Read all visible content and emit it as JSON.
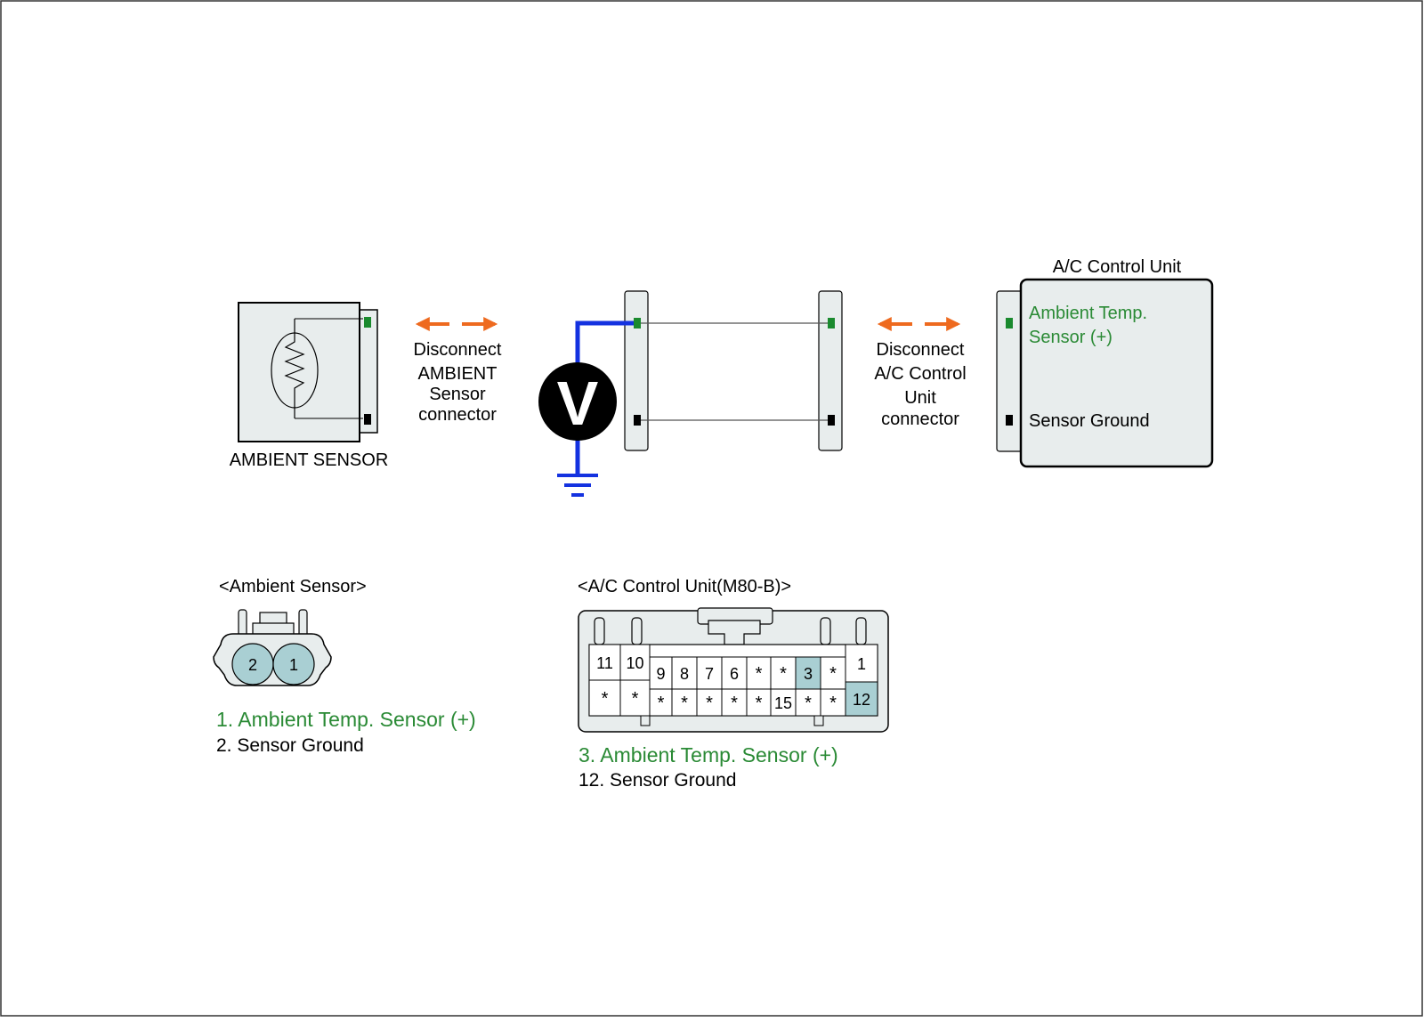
{
  "colors": {
    "panel_fill": "#e8eded",
    "stroke": "#000000",
    "pin_green": "#1a8a2e",
    "pin_black": "#000000",
    "label_green": "#2a8a35",
    "arrow_orange": "#ee6a1f",
    "voltmeter_wire": "#1432e0",
    "pin_highlight": "#a9cfd3",
    "thin_wire": "#555555"
  },
  "sensor": {
    "label": "AMBIENT SENSOR"
  },
  "disconnect_left": {
    "line1": "Disconnect",
    "line2": "AMBIENT",
    "line3": "Sensor",
    "line4": "connector"
  },
  "voltmeter": {
    "symbol": "V",
    "icon": "voltmeter-icon"
  },
  "disconnect_right": {
    "line1": "Disconnect",
    "line2": "A/C Control",
    "line3": "Unit",
    "line4": "connector"
  },
  "control_unit": {
    "title": "A/C Control Unit",
    "pin_pos_line1": "Ambient Temp.",
    "pin_pos_line2": "Sensor (+)",
    "pin_gnd": "Sensor Ground"
  },
  "ambient_connector": {
    "title": "<Ambient Sensor>",
    "pins": [
      "2",
      "1"
    ],
    "legend1": "1. Ambient Temp. Sensor (+)",
    "legend2": "2. Sensor Ground"
  },
  "acu_connector": {
    "title": "<A/C Control Unit(M80-B)>",
    "top_row": [
      "11",
      "10",
      "9",
      "8",
      "7",
      "6",
      "*",
      "*",
      "3",
      "*",
      "1"
    ],
    "bottom_row": [
      "*",
      "*",
      "*",
      "*",
      "*",
      "*",
      "*",
      "15",
      "*",
      "*",
      "12"
    ],
    "highlighted": [
      "3",
      "12"
    ],
    "legend1": "3. Ambient Temp. Sensor (+)",
    "legend2": "12. Sensor Ground"
  }
}
